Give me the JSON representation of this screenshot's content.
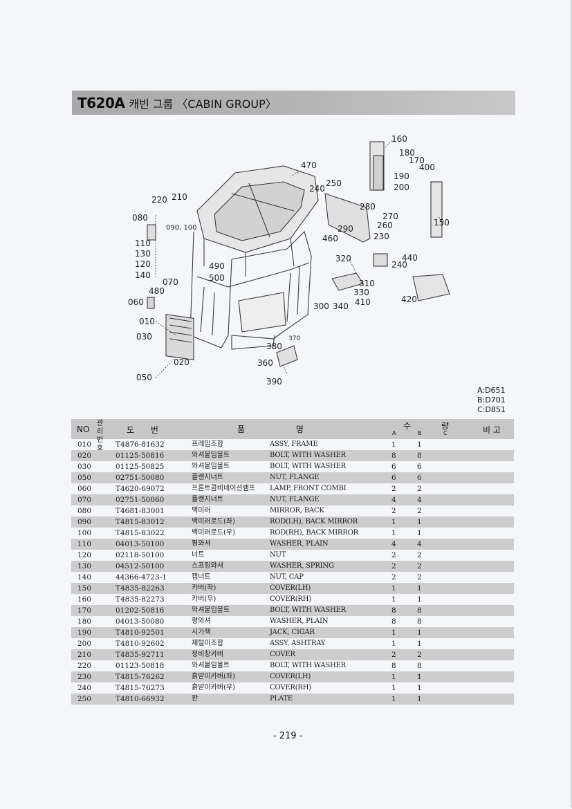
{
  "title": {
    "model": "T620A",
    "text": "캐빈 그룹 〈CABIN GROUP〉"
  },
  "diagram_labels": {
    "l160": "160",
    "l180": "180",
    "l170": "170",
    "l400": "400",
    "l190": "190",
    "l200": "200",
    "l470": "470",
    "l250": "250",
    "l240a": "240",
    "l150": "150",
    "l280": "280",
    "l270": "270",
    "l260": "260",
    "l290": "290",
    "l230": "230",
    "l460": "460",
    "l220": "220",
    "l210": "210",
    "l080": "080",
    "l090": "090, 100",
    "l110": "110",
    "l130": "130",
    "l120": "120",
    "l140": "140",
    "l490": "490",
    "l500": "500",
    "l070": "070",
    "l480": "480",
    "l060": "060",
    "l010": "010",
    "l030": "030",
    "l020": "020",
    "l050": "050",
    "l320": "320",
    "l440": "440",
    "l240b": "240",
    "l310": "310",
    "l330": "330",
    "l300": "300",
    "l340": "340",
    "l410": "410",
    "l420": "420",
    "l370": "370",
    "l380": "380",
    "l360": "360",
    "l390": "390"
  },
  "variants": [
    "A:D651",
    "B:D701",
    "C:D851"
  ],
  "table": {
    "header": {
      "no": "NO",
      "mgmt": "관리 번호",
      "drawing": "도 번",
      "name": "품 명",
      "qty": "수 량",
      "a": "A",
      "b": "B",
      "c": "C",
      "remarks": "비 고"
    },
    "rows": [
      {
        "no": "010",
        "part": "T4876-81632",
        "kor": "프레임조합",
        "eng": "ASSY, FRAME",
        "a": "1",
        "b": "1"
      },
      {
        "no": "020",
        "part": "01125-50816",
        "kor": "와셔붙임볼트",
        "eng": "BOLT, WITH WASHER",
        "a": "8",
        "b": "8"
      },
      {
        "no": "030",
        "part": "01125-50825",
        "kor": "와셔붙임볼트",
        "eng": "BOLT, WITH WASHER",
        "a": "6",
        "b": "6"
      },
      {
        "no": "050",
        "part": "02751-50080",
        "kor": "플랜지너트",
        "eng": "NUT, FLANGE",
        "a": "6",
        "b": "6"
      },
      {
        "no": "060",
        "part": "T4620-69072",
        "kor": "프론트콤비네이션램프",
        "eng": "LAMP, FRONT COMBI",
        "a": "2",
        "b": "2"
      },
      {
        "no": "070",
        "part": "02751-50060",
        "kor": "플랜지너트",
        "eng": "NUT, FLANGE",
        "a": "4",
        "b": "4"
      },
      {
        "no": "080",
        "part": "T4681-83001",
        "kor": "백미러",
        "eng": "MIRROR, BACK",
        "a": "2",
        "b": "2"
      },
      {
        "no": "090",
        "part": "T4815-83012",
        "kor": "백미러로드(좌)",
        "eng": "ROD(LH), BACK MIRROR",
        "a": "1",
        "b": "1"
      },
      {
        "no": "100",
        "part": "T4815-83022",
        "kor": "백미러로드(우)",
        "eng": "ROD(RH), BACK MIRROR",
        "a": "1",
        "b": "1"
      },
      {
        "no": "110",
        "part": "04013-50100",
        "kor": "평와셔",
        "eng": "WASHER, PLAIN",
        "a": "4",
        "b": "4"
      },
      {
        "no": "120",
        "part": "02118-50100",
        "kor": "너트",
        "eng": "NUT",
        "a": "2",
        "b": "2"
      },
      {
        "no": "130",
        "part": "04512-50100",
        "kor": "스프링와셔",
        "eng": "WASHER, SPRING",
        "a": "2",
        "b": "2"
      },
      {
        "no": "140",
        "part": "44366-4723-1",
        "kor": "캡너트",
        "eng": "NUT, CAP",
        "a": "2",
        "b": "2"
      },
      {
        "no": "150",
        "part": "T4835-82263",
        "kor": "카버(좌)",
        "eng": "COVER(LH)",
        "a": "1",
        "b": "1"
      },
      {
        "no": "160",
        "part": "T4835-82273",
        "kor": "카버(우)",
        "eng": "COVER(RH)",
        "a": "1",
        "b": "1"
      },
      {
        "no": "170",
        "part": "01202-50816",
        "kor": "와셔붙임볼트",
        "eng": "BOLT, WITH WASHER",
        "a": "8",
        "b": "8"
      },
      {
        "no": "180",
        "part": "04013-50080",
        "kor": "평와셔",
        "eng": "WASHER, PLAIN",
        "a": "8",
        "b": "8"
      },
      {
        "no": "190",
        "part": "T4810-92501",
        "kor": "시가잭",
        "eng": "JACK, CIGAR",
        "a": "1",
        "b": "1"
      },
      {
        "no": "200",
        "part": "T4810-92602",
        "kor": "재털이조합",
        "eng": "ASSY, ASHTRAY",
        "a": "1",
        "b": "1"
      },
      {
        "no": "210",
        "part": "T4835-92711",
        "kor": "정비창카버",
        "eng": "COVER",
        "a": "2",
        "b": "2"
      },
      {
        "no": "220",
        "part": "01123-50818",
        "kor": "와셔붙임볼트",
        "eng": "BOLT, WITH WASHER",
        "a": "8",
        "b": "8"
      },
      {
        "no": "230",
        "part": "T4815-76262",
        "kor": "흙받이카버(좌)",
        "eng": "COVER(LH)",
        "a": "1",
        "b": "1"
      },
      {
        "no": "240",
        "part": "T4815-76273",
        "kor": "흙받이카버(우)",
        "eng": "COVER(RH)",
        "a": "1",
        "b": "1"
      },
      {
        "no": "250",
        "part": "T4810-66932",
        "kor": "판",
        "eng": "PLATE",
        "a": "1",
        "b": "1"
      }
    ]
  },
  "page_number": "- 219 -"
}
